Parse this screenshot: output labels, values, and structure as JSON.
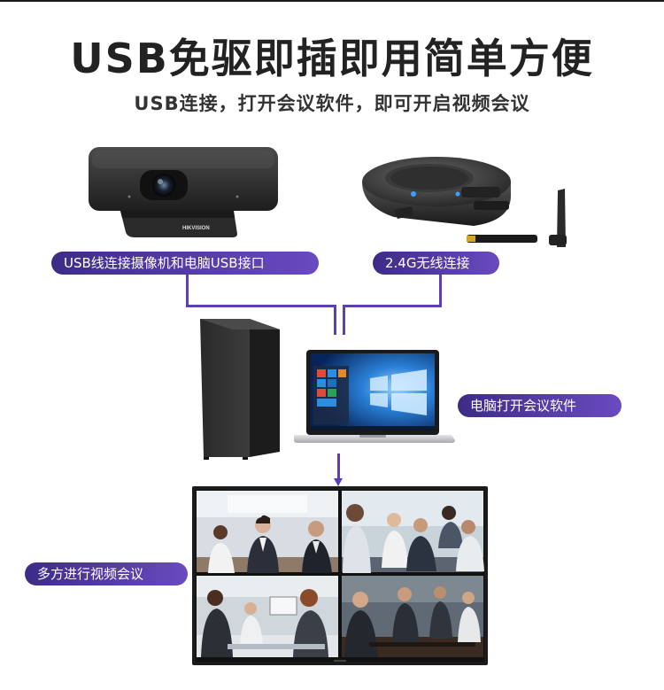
{
  "header": {
    "title": "USB免驱即插即用简单方便",
    "subtitle": "USB连接，打开会议软件，即可开启视频会议"
  },
  "devices": {
    "camera_label": "USB线连接摄像机和电脑USB接口",
    "camera_brand": "HIKVISION",
    "speaker_label": "2.4G无线连接",
    "computer_label": "电脑打开会议软件",
    "display_label": "多方进行视频会议"
  },
  "colors": {
    "accent": "#5b3fb3",
    "pill_start": "#3d2c86",
    "pill_end": "#6a4ac0"
  }
}
